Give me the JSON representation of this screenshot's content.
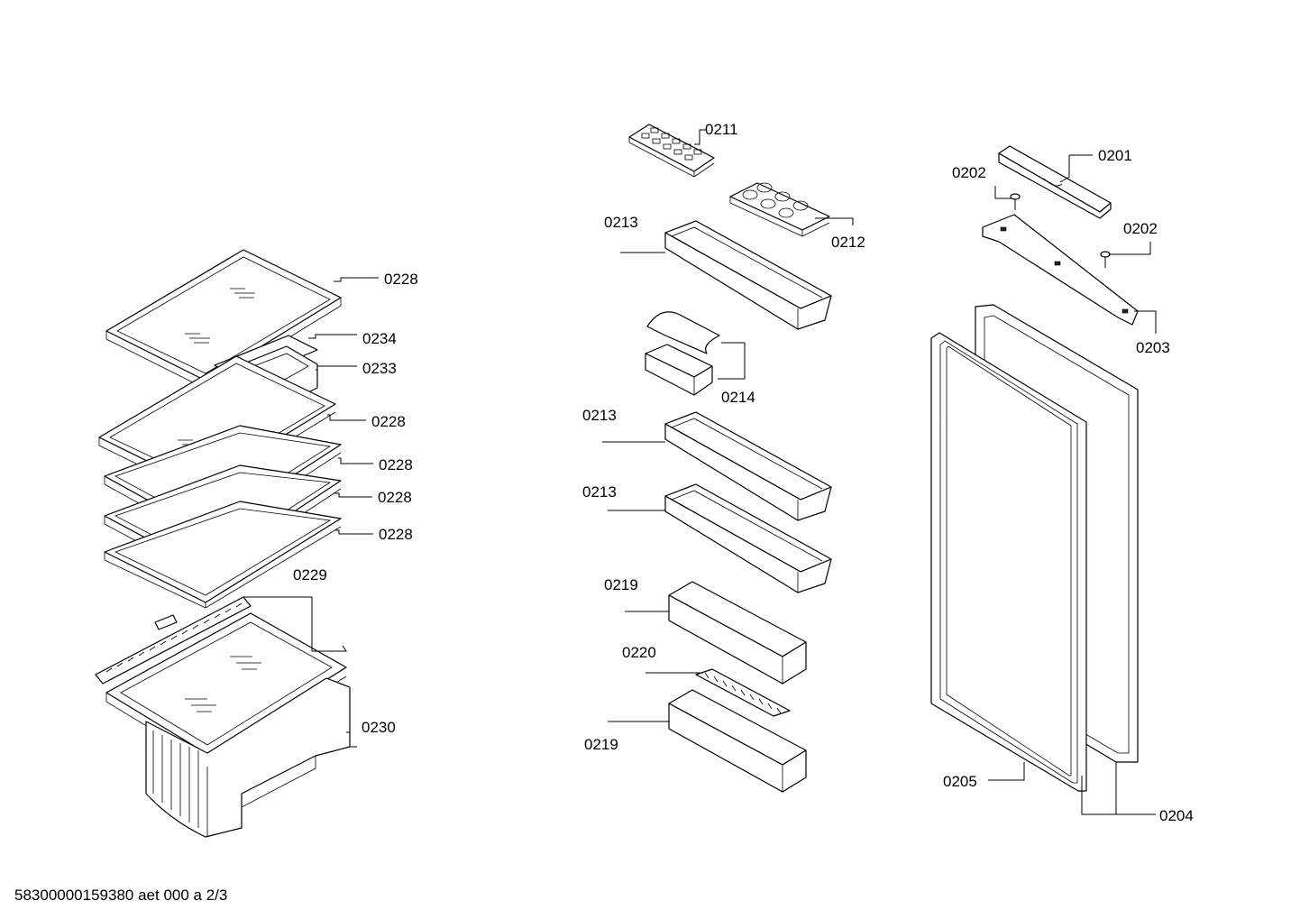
{
  "diagram": {
    "footer": "58300000159380 aet 000 a 2/3",
    "labels": {
      "l0228a": "0228",
      "l0234": "0234",
      "l0233": "0233",
      "l0228b": "0228",
      "l0228c": "0228",
      "l0228d": "0228",
      "l0228e": "0228",
      "l0229": "0229",
      "l0230": "0230",
      "l0211": "0211",
      "l0212": "0212",
      "l0213a": "0213",
      "l0214": "0214",
      "l0213b": "0213",
      "l0213c": "0213",
      "l0219a": "0219",
      "l0220": "0220",
      "l0219b": "0219",
      "l0201": "0201",
      "l0202a": "0202",
      "l0202b": "0202",
      "l0203": "0203",
      "l0205": "0205",
      "l0204": "0204"
    }
  }
}
